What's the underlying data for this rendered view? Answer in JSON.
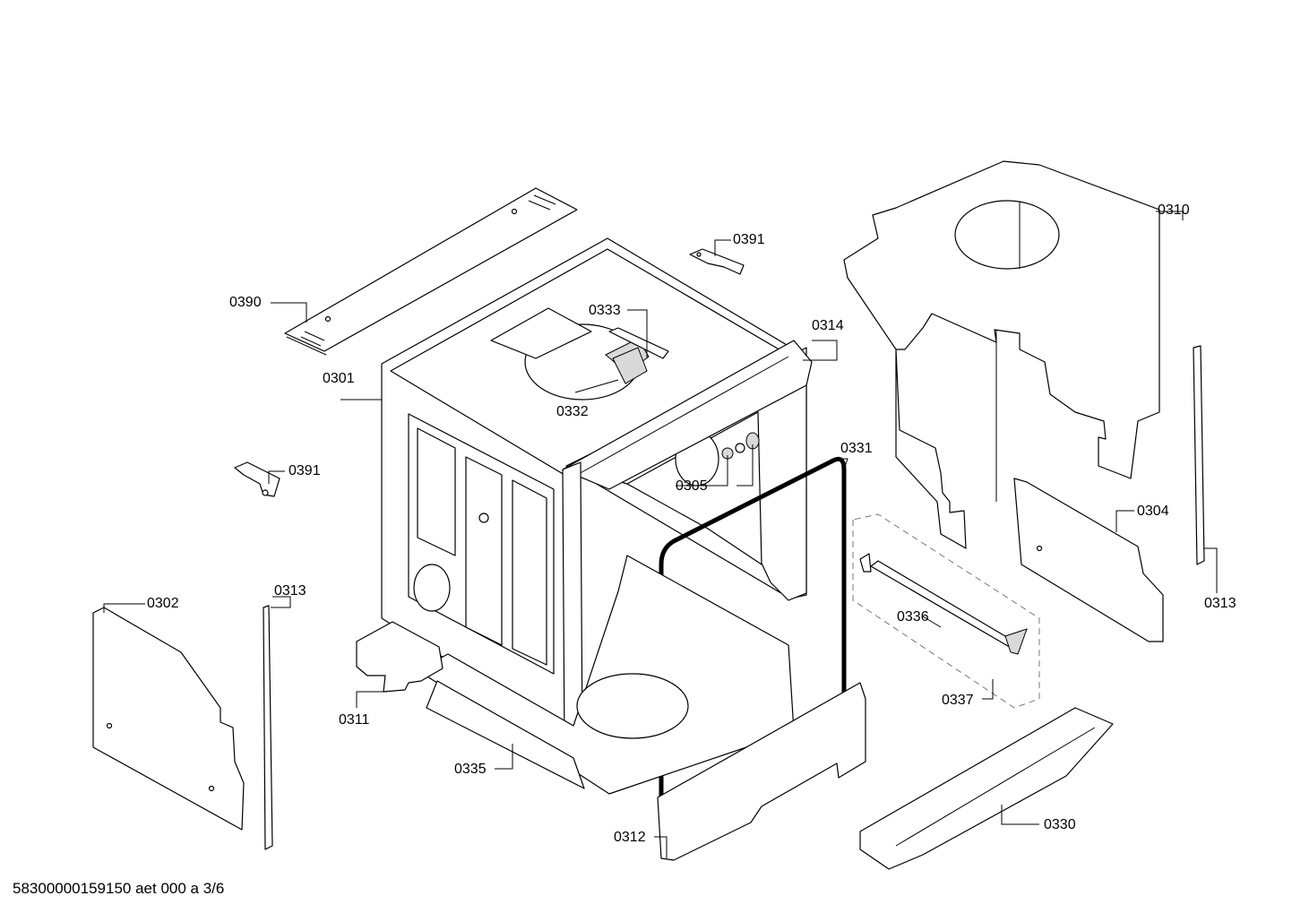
{
  "parts": {
    "p0390": "0390",
    "p0391a": "0391",
    "p0391b": "0391",
    "p0333": "0333",
    "p0314": "0314",
    "p0310": "0310",
    "p0301": "0301",
    "p0332": "0332",
    "p0331": "0331",
    "p0305": "0305",
    "p0304": "0304",
    "p0302": "0302",
    "p0313a": "0313",
    "p0313b": "0313",
    "p0336": "0336",
    "p0311": "0311",
    "p0337": "0337",
    "p0335": "0335",
    "p0312": "0312",
    "p0330": "0330"
  },
  "footer": "58300000159150 aet 000 a 3/6"
}
